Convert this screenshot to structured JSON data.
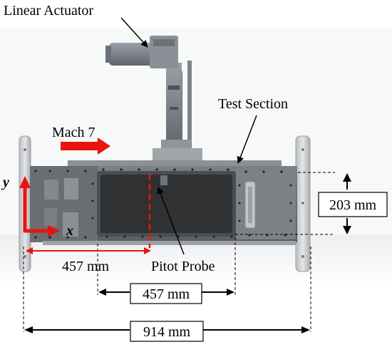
{
  "labels": {
    "linear_actuator": "Linear Actuator",
    "test_section": "Test Section",
    "mach": "Mach 7",
    "axis_y": "y",
    "axis_x": "x",
    "pitot_probe": "Pitot Probe",
    "dim_457_left": "457 mm",
    "dim_457_mid": "457 mm",
    "dim_914": "914 mm",
    "dim_203": "203 mm"
  },
  "colors": {
    "flow_arrow": "#e8150f",
    "axis_arrow": "#e8150f",
    "metal_dark": "#5d6166",
    "metal_mid": "#8c9094",
    "metal_light": "#c7cacd",
    "window": "#2f3133"
  }
}
